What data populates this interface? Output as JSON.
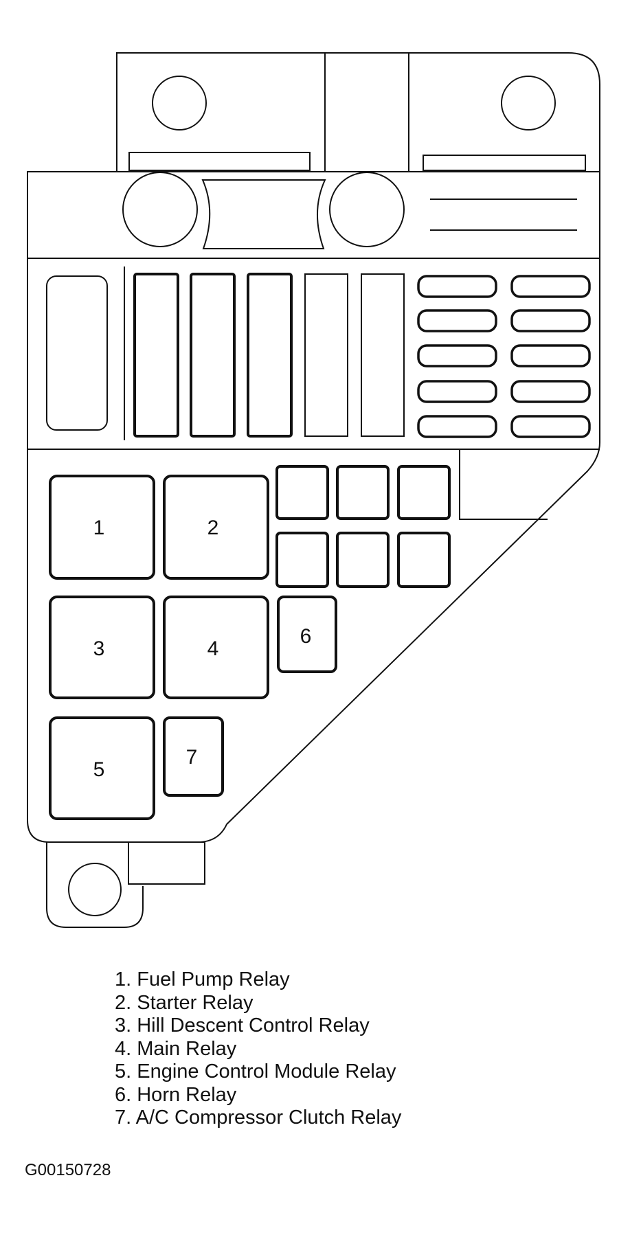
{
  "diagram": {
    "slot_labels": [
      "1",
      "2",
      "3",
      "4",
      "5",
      "6",
      "7"
    ]
  },
  "legend": {
    "items": [
      "1. Fuel Pump Relay",
      "2. Starter Relay",
      "3. Hill Descent Control Relay",
      "4. Main Relay",
      "5. Engine Control Module Relay",
      "6. Horn Relay",
      "7. A/C Compressor Clutch Relay"
    ]
  },
  "figure_id": "G00150728"
}
